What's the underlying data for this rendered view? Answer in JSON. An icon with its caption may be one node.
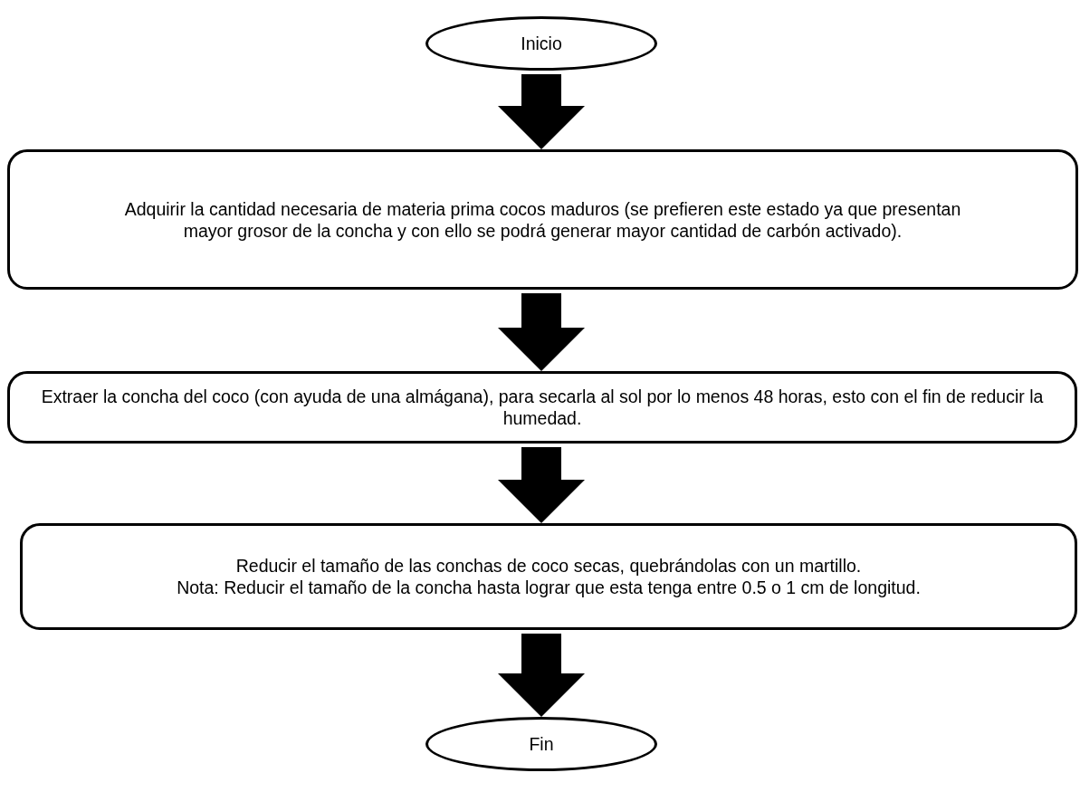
{
  "diagram": {
    "nodes": [
      {
        "text": [
          "Inicio"
        ]
      },
      {
        "text": [
          "Adquirir la cantidad necesaria de materia prima cocos maduros (se prefieren este estado ya que presentan mayor grosor de la concha y con ello se podrá generar mayor cantidad de carbón activado)."
        ]
      },
      {
        "text": [
          "Extraer la concha del coco (con ayuda de una almágana), para secarla al sol por lo menos 48 horas, esto con el fin de reducir la humedad."
        ]
      },
      {
        "text": [
          "Reducir el tamaño de las conchas de coco secas, quebrándolas con un martillo.",
          "Nota: Reducir el tamaño de la concha hasta lograr que esta tenga entre 0.5 o 1 cm de longitud."
        ]
      },
      {
        "text": [
          "Fin"
        ]
      }
    ],
    "edges": [
      {
        "from": 0,
        "to": 1,
        "arrow": "to"
      },
      {
        "from": 1,
        "to": 2,
        "arrow": "to"
      },
      {
        "from": 2,
        "to": 3,
        "arrow": "to"
      },
      {
        "from": 3,
        "to": 4,
        "arrow": "to"
      }
    ]
  }
}
